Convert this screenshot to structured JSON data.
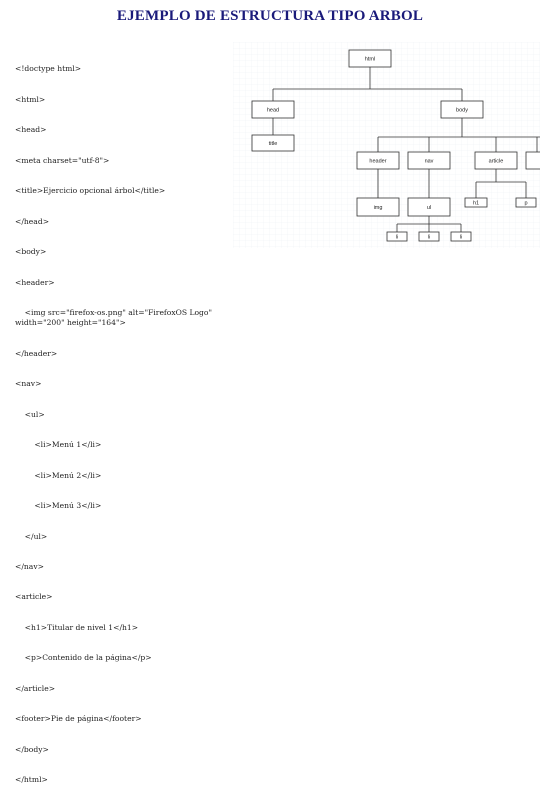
{
  "title": "EJEMPLO DE ESTRUCTURA TIPO ARBOL",
  "code_lines": [
    "<!doctype html>",
    "<html>",
    "<head>",
    "<meta charset=\"utf-8\">",
    "<title>Ejercicio opcional árbol</title>",
    "</head>",
    "<body>",
    "<header>",
    "    <img src=\"firefox-os.png\" alt=\"FirefoxOS Logo\" width=\"200\" height=\"164\">",
    "</header>",
    "<nav>",
    "    <ul>",
    "        <li>Menú 1</li>",
    "        <li>Menú 2</li>",
    "        <li>Menú 3</li>",
    "    </ul>",
    "</nav>",
    "<article>",
    "    <h1>Titular de nivel 1</h1>",
    "    <p>Contenido de la página</p>",
    "</article>",
    "<footer>Pie de página</footer>",
    "</body>",
    "</html>"
  ],
  "tree": {
    "nodes": {
      "html": "html",
      "head": "head",
      "body": "body",
      "title": "title",
      "header": "header",
      "nav": "nav",
      "article": "article",
      "footer": "",
      "img": "img",
      "ul": "ul",
      "li1": "li",
      "li2": "li",
      "li3": "li",
      "h1": "h1",
      "p": "p"
    }
  }
}
